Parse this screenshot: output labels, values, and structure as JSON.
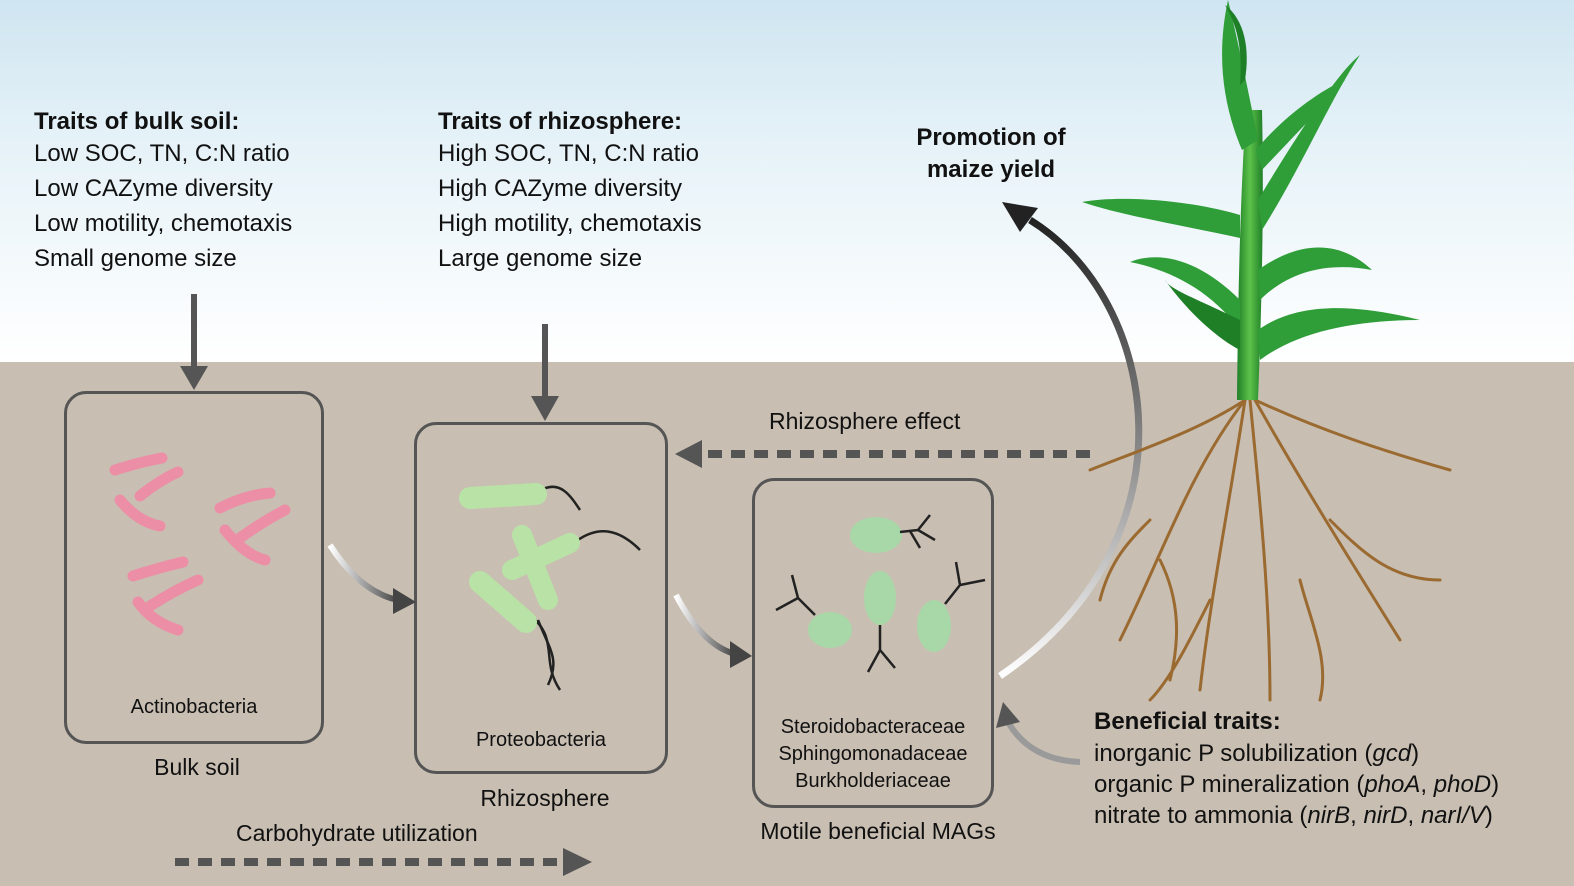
{
  "bulk_traits": {
    "heading": "Traits of bulk soil:",
    "lines": [
      "Low SOC, TN, C:N ratio",
      "Low CAZyme diversity",
      "Low motility, chemotaxis",
      "Small genome size"
    ]
  },
  "rhizo_traits": {
    "heading": "Traits of rhizosphere:",
    "lines": [
      "High SOC, TN, C:N ratio",
      "High CAZyme diversity",
      "High motility, chemotaxis",
      "Large genome size"
    ]
  },
  "promotion": {
    "line1": "Promotion of",
    "line2": "maize yield"
  },
  "rhizosphere_effect": "Rhizosphere effect",
  "bulk_box": {
    "taxon": "Actinobacteria",
    "label": "Bulk soil"
  },
  "rhizo_box": {
    "taxon": "Proteobacteria",
    "label": "Rhizosphere"
  },
  "mag_box": {
    "taxa": [
      "Steroidobacteraceae",
      "Sphingomonadaceae",
      "Burkholderiaceae"
    ],
    "label": "Motile beneficial MAGs"
  },
  "carbohydrate": "Carbohydrate utilization",
  "beneficial": {
    "heading": "Beneficial traits:",
    "l1_text": "inorganic P solubilization (",
    "l1_gene": "gcd",
    "l1_end": ")",
    "l2_text": "organic P mineralization (",
    "l2_gene1": "phoA",
    "l2_sep": ", ",
    "l2_gene2": "phoD",
    "l2_end": ")",
    "l3_text": "nitrate to ammonia (",
    "l3_gene1": "nirB",
    "l3_sep1": ", ",
    "l3_gene2": "nirD",
    "l3_sep2": ", ",
    "l3_gene3": "narI/V",
    "l3_end": ")"
  },
  "colors": {
    "soil": "#c8beb2",
    "actino": "#ec8ea6",
    "proteo": "#b9e3a6",
    "mag": "#a8d8a8",
    "leaf": "#2f9e38",
    "root": "#9a6a30"
  }
}
